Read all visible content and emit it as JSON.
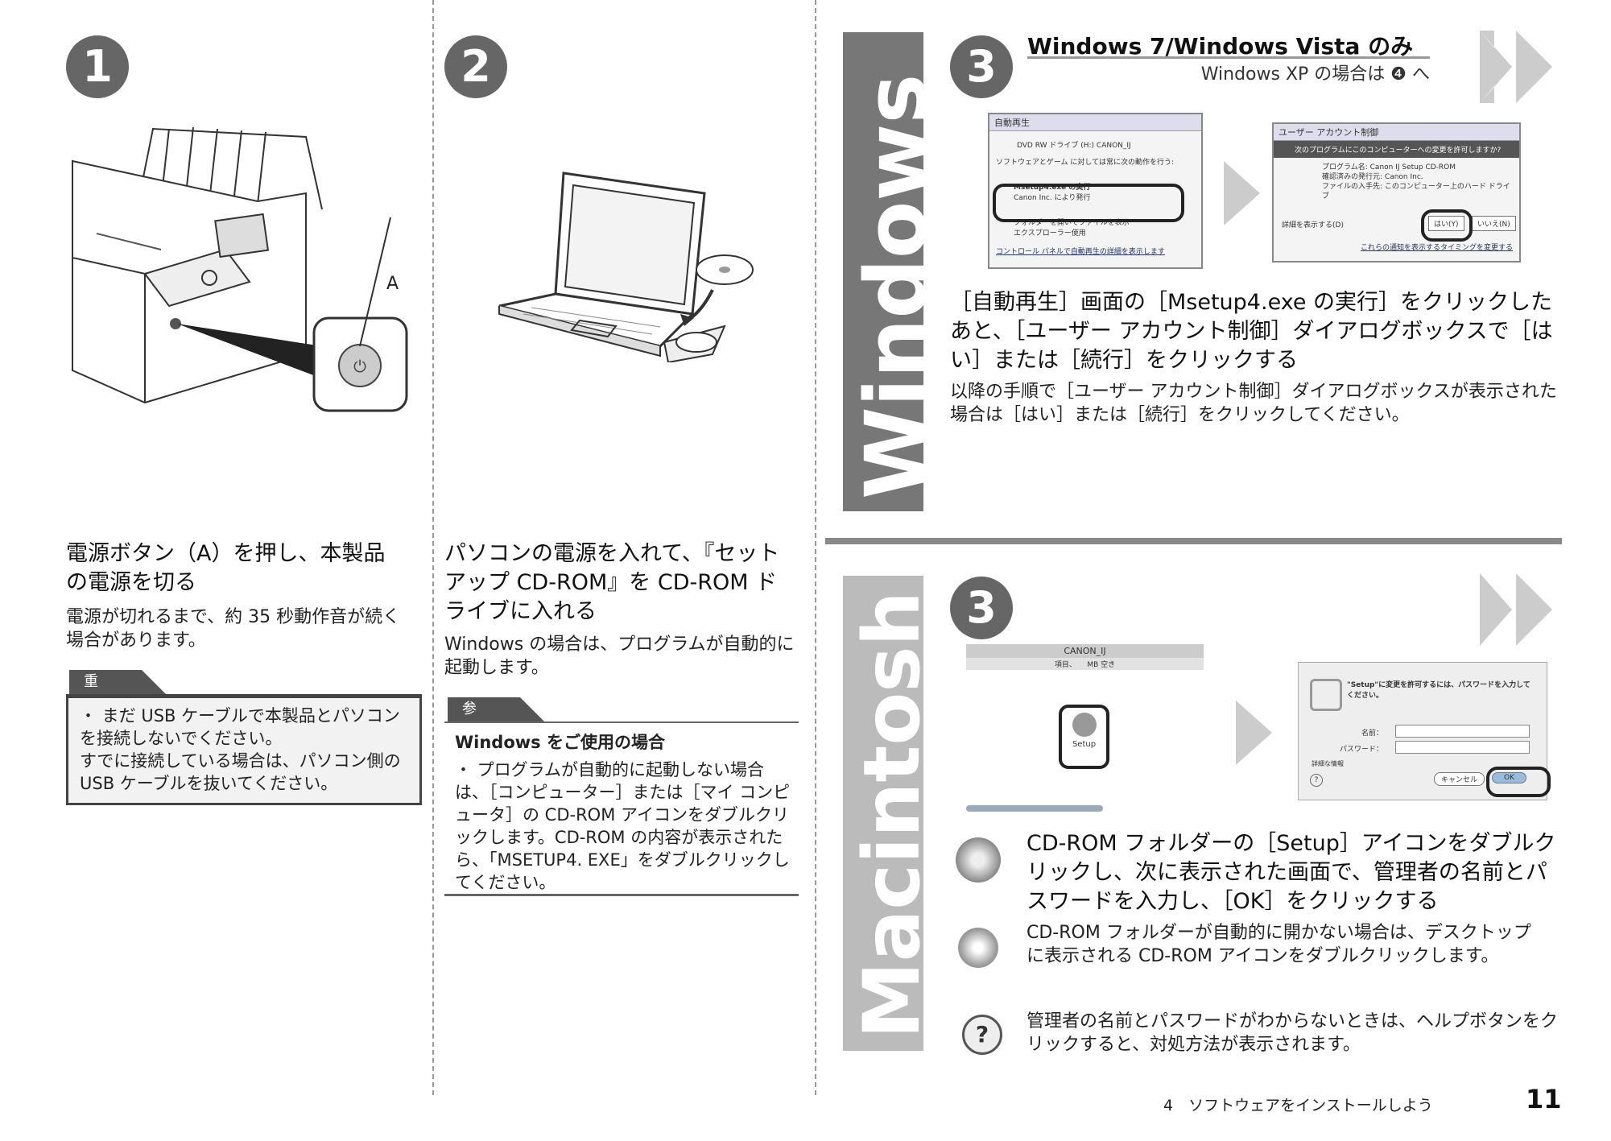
{
  "left": {
    "step1": {
      "number": "1",
      "callout": "A",
      "heading": "電源ボタン（A）を押し、本製品の電源を切る",
      "body": "電源が切れるまで、約 35 秒動作音が続く場合があります。",
      "important_label": "重要",
      "important_text": "・ まだ USB ケーブルで本製品とパソコンを接続しないでください。\nすでに接続している場合は、パソコン側の USB ケーブルを抜いてください。"
    },
    "step2": {
      "number": "2",
      "heading": "パソコンの電源を入れて、『セットアップ CD-ROM』を CD-ROM ドライブに入れる",
      "body": "Windows の場合は、プログラムが自動的に起動します。",
      "ref_label": "参考",
      "ref_title": "Windows をご使用の場合",
      "ref_text": "・ プログラムが自動的に起動しない場合は、［コンピューター］または［マイ コンピュータ］の CD-ROM アイコンをダブルクリックします。CD-ROM の内容が表示されたら、「MSETUP4. EXE」をダブルクリックしてください。"
    }
  },
  "windows": {
    "band_label": "Windows",
    "number": "3",
    "title": "Windows 7/Windows Vista のみ",
    "subtitle": "Windows XP の場合は ❹ へ",
    "autoplay": {
      "title": "自動再生",
      "drive": "DVD RW ドライブ (H:) CANON_IJ",
      "always": "ソフトウェアとゲーム に対しては常に次の動作を行う:",
      "run": "Msetup4.exe の実行",
      "publisher": "Canon Inc. により発行",
      "open": "フォルダーを開いてファイルを表示",
      "explorer": "エクスプローラー使用",
      "link": "コントロール パネルで自動再生の詳細を表示します"
    },
    "uac": {
      "title": "ユーザー アカウント制御",
      "question": "次のプログラムにこのコンピューターへの変更を許可しますか?",
      "prog_label": "プログラム名:",
      "prog_value": "Canon IJ Setup CD-ROM",
      "pub_label": "確認済みの発行元:",
      "pub_value": "Canon Inc.",
      "src_label": "ファイルの入手先:",
      "src_value": "このコンピューター上のハード ドライブ",
      "details": "詳細を表示する(D)",
      "yes": "はい(Y)",
      "no": "いいえ(N)",
      "link": "これらの通知を表示するタイミングを変更する"
    },
    "heading": "［自動再生］画面の［Msetup4.exe の実行］をクリックしたあと、［ユーザー アカウント制御］ダイアログボックスで［はい］または［続行］をクリックする",
    "body": "以降の手順で［ユーザー アカウント制御］ダイアログボックスが表示された場合は［はい］または［続行］をクリックしてください。"
  },
  "mac": {
    "band_label": "Macintosh",
    "number": "3",
    "finder": {
      "title": "CANON_IJ",
      "info": "項目、　　MB 空き",
      "icon_label": "Setup"
    },
    "auth": {
      "prompt": "\"Setup\"に変更を許可するには、パスワードを入力してください。",
      "name_label": "名前：",
      "pw_label": "パスワード：",
      "details": "詳細な情報",
      "cancel": "キャンセル",
      "ok": "OK"
    },
    "heading": "CD-ROM フォルダーの［Setup］アイコンをダブルクリックし、次に表示された画面で、管理者の名前とパスワードを入力し、［OK］をクリックする",
    "note1": "CD-ROM フォルダーが自動的に開かない場合は、デスクトップに表示される CD-ROM アイコンをダブルクリックします。",
    "note2": "管理者の名前とパスワードがわからないときは、ヘルプボタンをクリックすると、対処方法が表示されます。"
  },
  "footer": {
    "section": "4　ソフトウェアをインストールしよう",
    "page": "11"
  }
}
